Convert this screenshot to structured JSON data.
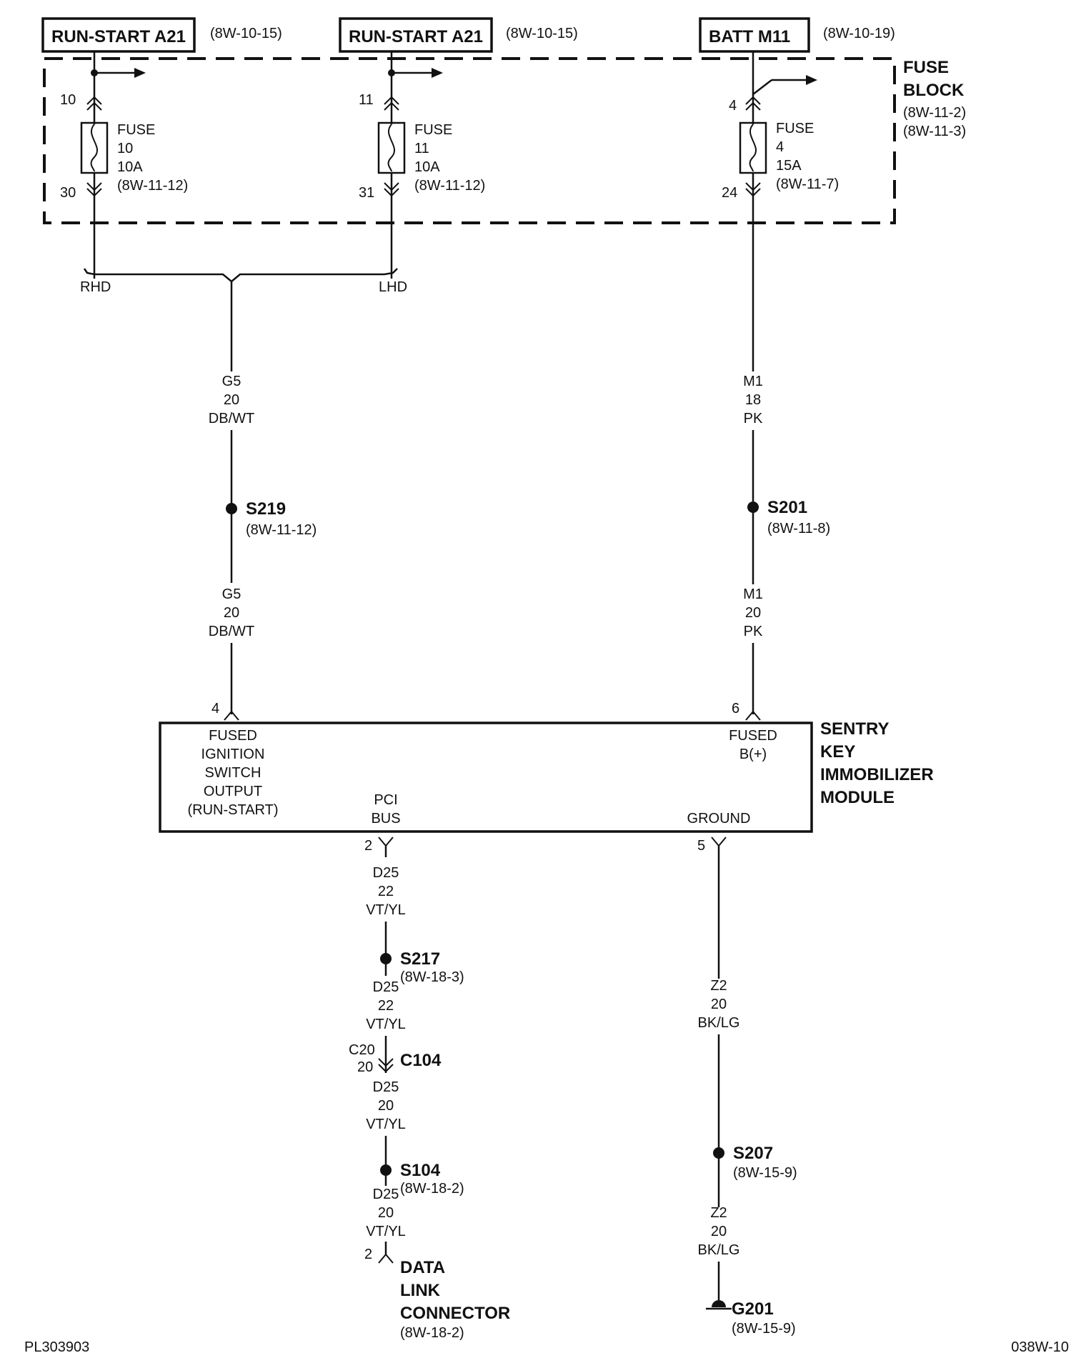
{
  "sources": [
    {
      "name": "RUN-START A21",
      "ref": "(8W-10-15)"
    },
    {
      "name": "RUN-START A21",
      "ref": "(8W-10-15)"
    },
    {
      "name": "BATT M11",
      "ref": "(8W-10-19)"
    }
  ],
  "fuse_block": {
    "title_1": "FUSE",
    "title_2": "BLOCK",
    "ref_1": "(8W-11-2)",
    "ref_2": "(8W-11-3)"
  },
  "fuses": [
    {
      "in_pin": "10",
      "out_pin": "30",
      "label": "FUSE",
      "number": "10",
      "rating": "10A",
      "ref": "(8W-11-12)"
    },
    {
      "in_pin": "11",
      "out_pin": "31",
      "label": "FUSE",
      "number": "11",
      "rating": "10A",
      "ref": "(8W-11-12)"
    },
    {
      "in_pin": "4",
      "out_pin": "24",
      "label": "FUSE",
      "number": "4",
      "rating": "15A",
      "ref": "(8W-11-7)"
    }
  ],
  "variants": {
    "rhd": "RHD",
    "lhd": "LHD"
  },
  "wires": {
    "g5_upper": {
      "circuit": "G5",
      "gauge": "20",
      "color": "DB/WT"
    },
    "g5_lower": {
      "circuit": "G5",
      "gauge": "20",
      "color": "DB/WT"
    },
    "m1_upper": {
      "circuit": "M1",
      "gauge": "18",
      "color": "PK"
    },
    "m1_lower": {
      "circuit": "M1",
      "gauge": "20",
      "color": "PK"
    },
    "d25_a": {
      "circuit": "D25",
      "gauge": "22",
      "color": "VT/YL"
    },
    "d25_b": {
      "circuit": "D25",
      "gauge": "22",
      "color": "VT/YL"
    },
    "d25_c": {
      "circuit": "D25",
      "gauge": "20",
      "color": "VT/YL"
    },
    "d25_d": {
      "circuit": "D25",
      "gauge": "20",
      "color": "VT/YL"
    },
    "z2_upper": {
      "circuit": "Z2",
      "gauge": "20",
      "color": "BK/LG"
    },
    "z2_lower": {
      "circuit": "Z2",
      "gauge": "20",
      "color": "BK/LG"
    }
  },
  "splices": {
    "s219": {
      "name": "S219",
      "ref": "(8W-11-12)"
    },
    "s201": {
      "name": "S201",
      "ref": "(8W-11-8)"
    },
    "s217": {
      "name": "S217",
      "ref": "(8W-18-3)"
    },
    "s104": {
      "name": "S104",
      "ref": "(8W-18-2)"
    },
    "s207": {
      "name": "S207",
      "ref": "(8W-15-9)"
    }
  },
  "connector_c104": {
    "name": "C104",
    "pin_upper": "C20",
    "pin_lower": "20"
  },
  "module": {
    "title": [
      "SENTRY",
      "KEY",
      "IMMOBILIZER",
      "MODULE"
    ],
    "pin4": "4",
    "pin6": "6",
    "pin2": "2",
    "pin5": "5",
    "ignition_label": [
      "FUSED",
      "IGNITION",
      "SWITCH",
      "OUTPUT",
      "(RUN-START)"
    ],
    "batt_label": [
      "FUSED",
      "B(+)"
    ],
    "pci_label": [
      "PCI",
      "BUS"
    ],
    "ground_label": "GROUND"
  },
  "dlc": {
    "pin": "2",
    "title": [
      "DATA",
      "LINK",
      "CONNECTOR"
    ],
    "ref": "(8W-18-2)"
  },
  "ground_g201": {
    "name": "G201",
    "ref": "(8W-15-9)"
  },
  "footer": {
    "left": "PL303903",
    "right": "038W-10"
  }
}
